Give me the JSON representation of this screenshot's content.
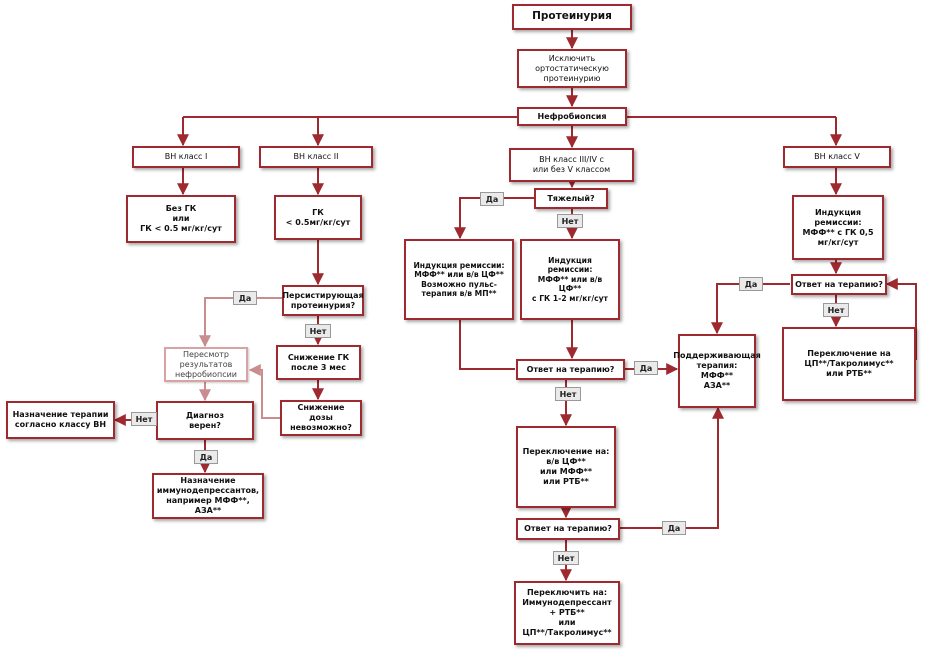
{
  "nodes": {
    "proteinuria": "Протеинурия",
    "exclude_ortho": "Исключить\nортостатическую\nпротеинурию",
    "biopsy": "Нефробиопсия",
    "class1": "ВН класс I",
    "class2": "ВН класс II",
    "class34": "ВН класс III/IV с\nили без V классом",
    "class5": "ВН класс V",
    "no_gc": "Без ГК\nили\nГК < 0.5 мг/кг/сут",
    "gc_low": "ГК\n< 0.5мг/кг/сут",
    "severe": "Тяжелый?",
    "induction_severe": "Индукция ремиссии:\nМФФ** или в/в ЦФ**\nВозможно пульс-\nтерапия в/в МП**",
    "induction_mild": "Индукция\nремиссии:\nМФФ** или в/в\nЦФ**\nс ГК 1-2 мг/кг/сут",
    "induction_v": "Индукция\nремиссии:\nМФФ** с ГК 0,5\nмг/кг/сут",
    "persistent": "Персистирующая\nпротеинурия?",
    "review_biopsy": "Пересмотр\nрезультатов\nнефробиопсии",
    "reduce_gc": "Снижение ГК\nпосле 3 мес",
    "reduce_impossible": "Снижение\nдозы\nневозможно?",
    "assign_therapy": "Назначение терапии\nсогласно классу ВН",
    "diagnosis_ok": "Диагноз\nверен?",
    "immunosuppressants": "Назначение\nиммунодепрессантов,\nнапример МФФ**,\nАЗА**",
    "response1": "Ответ на терапию?",
    "maintenance": "Поддерживающая\nтерапия:\nМФФ**\nАЗА**",
    "response_v": "Ответ на терапию?",
    "switch_cp": "Переключение на\nЦП**/Такролимус**\nили РТБ**",
    "switch_to": "Переключение на:\nв/в ЦФ**\nили МФФ**\nили РТБ**",
    "response2": "Ответ на терапию?",
    "switch_final": "Переключить на:\nИммунодепрессант\n+ РТБ**\nили\nЦП**/Такролимус**"
  },
  "labels": {
    "yes": "Да",
    "no": "Нет"
  },
  "colors": {
    "border": "#9e2a2f",
    "border_light": "#d9a3a5",
    "arrow": "#9e2a2f",
    "label_bg": "#eaeaea"
  }
}
